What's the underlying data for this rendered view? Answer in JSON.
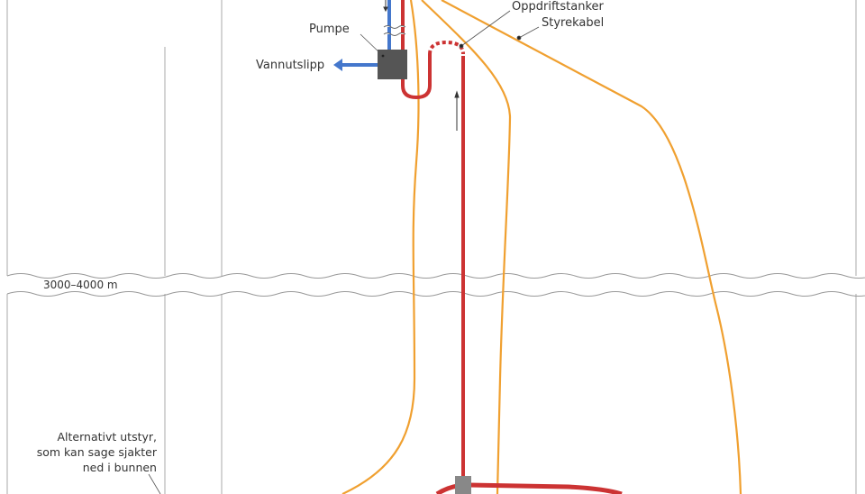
{
  "labels": {
    "buoyancy_tanks": "Oppdriftstanker",
    "control_cable": "Styrekabel",
    "pump": "Pumpe",
    "water_outlet": "Vannutslipp",
    "depth": "3000–4000 m",
    "alt_equipment": [
      "Alternativt utstyr,",
      "som kan sage sjakter",
      "ned i bunnen"
    ]
  },
  "colors": {
    "pipe": "#cc3333",
    "cable": "#f0a030",
    "water": "#4477cc",
    "pump": "#555555",
    "frame": "#999999"
  }
}
